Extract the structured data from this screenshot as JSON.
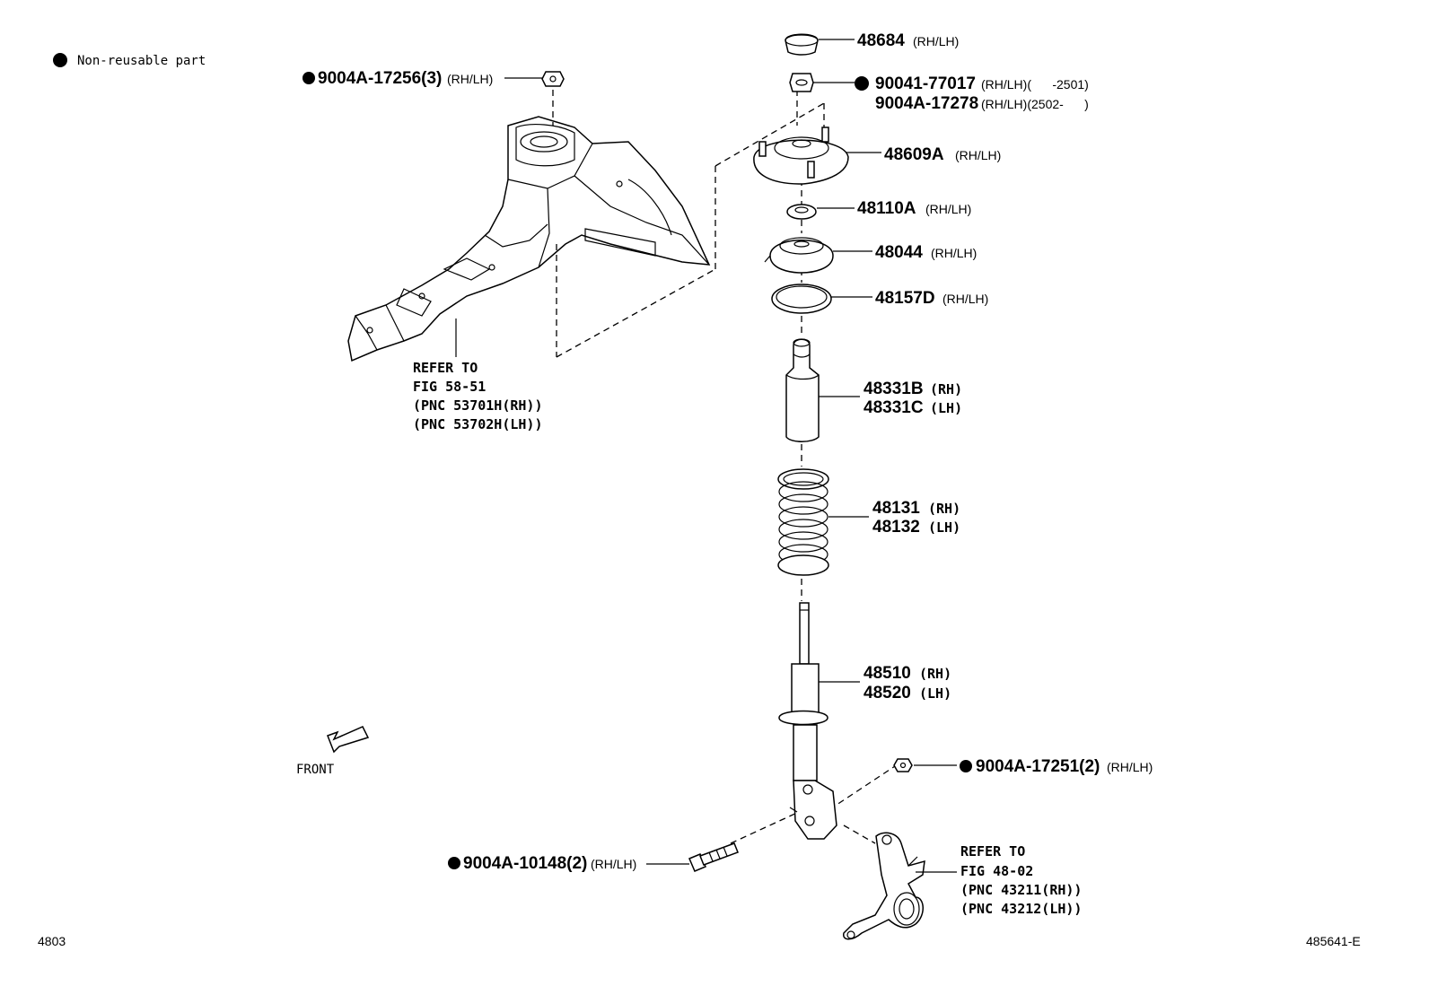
{
  "legend": {
    "marker": "●",
    "text": "Non-reusable part"
  },
  "front_label": "FRONT",
  "parts": {
    "p48684": {
      "pn": "48684",
      "side": "(RH/LH)"
    },
    "p90041": {
      "pn": "90041-77017",
      "side": "(RH/LH)(      -2501)"
    },
    "p9004a_17278": {
      "pn": "9004A-17278",
      "side": "(RH/LH)(2502-      )"
    },
    "p48609a": {
      "pn": "48609A",
      "side": "(RH/LH)"
    },
    "p48110a": {
      "pn": "48110A",
      "side": "(RH/LH)"
    },
    "p48044": {
      "pn": "48044",
      "side": "(RH/LH)"
    },
    "p48157d": {
      "pn": "48157D",
      "side": "(RH/LH)"
    },
    "p48331b": {
      "pn": "48331B",
      "side": "(RH)"
    },
    "p48331c": {
      "pn": "48331C",
      "side": "(LH)"
    },
    "p48131": {
      "pn": "48131",
      "side": "(RH)"
    },
    "p48132": {
      "pn": "48132",
      "side": "(LH)"
    },
    "p48510": {
      "pn": "48510",
      "side": "(RH)"
    },
    "p48520": {
      "pn": "48520",
      "side": "(LH)"
    },
    "p9004a_17256": {
      "pn": "9004A-17256(3)",
      "side": "(RH/LH)"
    },
    "p9004a_17251": {
      "pn": "9004A-17251(2)",
      "side": "(RH/LH)"
    },
    "p9004a_10148": {
      "pn": "9004A-10148(2)",
      "side": "(RH/LH)"
    }
  },
  "refer_body": [
    "REFER TO",
    "FIG 58-51",
    "(PNC 53701H(RH))",
    "(PNC 53702H(LH))"
  ],
  "refer_knuckle": [
    "REFER TO",
    "FIG 48-02",
    "(PNC 43211(RH))",
    "(PNC 43212(LH))"
  ],
  "footer": {
    "left_code": "4803",
    "right_code": "485641-E"
  }
}
